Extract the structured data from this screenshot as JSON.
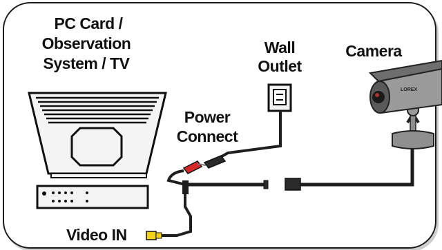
{
  "labels": {
    "pc_line1": "PC Card /",
    "pc_line2": "Observation",
    "pc_line3": "System / TV",
    "wall_line1": "Wall",
    "wall_line2": "Outlet",
    "camera": "Camera",
    "power_line1": "Power",
    "power_line2": "Connect",
    "video_in": "Video IN"
  },
  "camera_brand": "LOREX",
  "colors": {
    "ink": "#111111",
    "cable": "#1e1e1e",
    "plug_red": "#d62a2a",
    "plug_yellow": "#f2d21a",
    "monitor_face": "#f4f4f4"
  }
}
